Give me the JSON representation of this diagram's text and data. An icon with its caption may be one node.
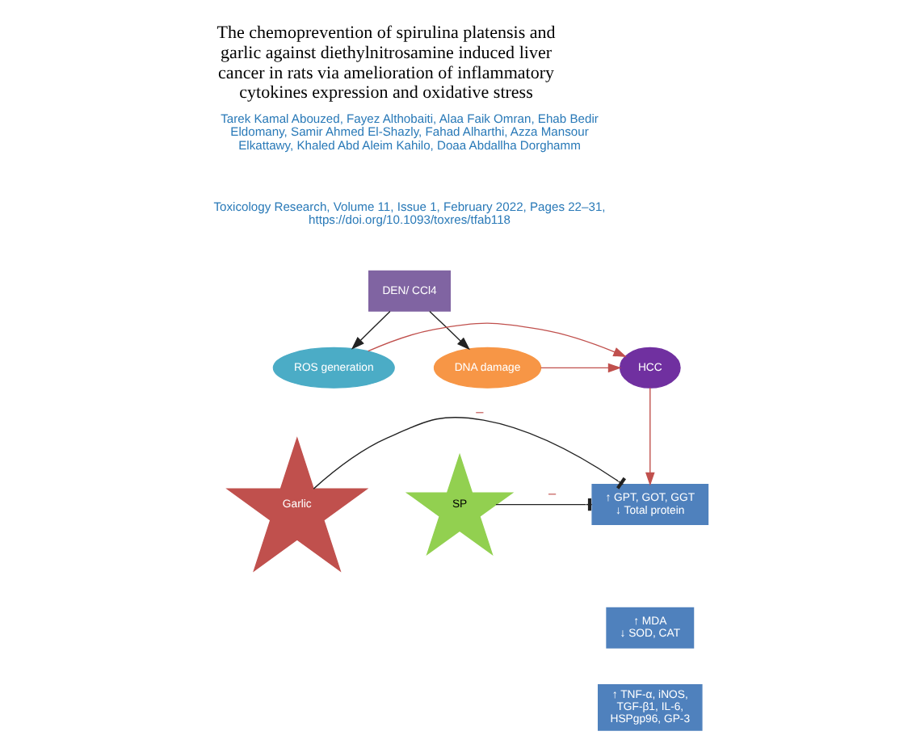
{
  "diagram": {
    "title": "The chemoprevention of spirulina platensis and garlic against diethylnitrosamine induced liver cancer in rats via amelioration of inflammatory cytokines expression and oxidative stress",
    "nodes": [
      {
        "text": [
          "DEN/ CCl4"
        ]
      },
      {
        "text": [
          "ROS generation"
        ]
      },
      {
        "text": [
          "HCC"
        ]
      },
      {
        "text": [
          "DNA damage"
        ]
      },
      {
        "text": [
          "Garlic"
        ]
      },
      {
        "text": [
          "↑ GPT, GOT, GGT",
          "↓ Total protein"
        ]
      },
      {
        "text": [
          "↑ MDA",
          "↓ SOD, CAT"
        ]
      },
      {
        "text": [
          "↑ TNF-α, iNOS, TGF-β1, IL-6, HSPgp96, GP-3"
        ]
      },
      {
        "text": [
          "SP"
        ]
      }
    ],
    "edges": [
      {
        "from": 0,
        "to": 1,
        "arrow": "to"
      },
      {
        "from": 0,
        "to": 3,
        "arrow": "to"
      },
      {
        "from": 1,
        "to": 2,
        "arrow": "to",
        "color": "#c0504d"
      },
      {
        "from": 3,
        "to": 2,
        "arrow": "to",
        "color": "#c0504d"
      },
      {
        "from": 2,
        "to": 5,
        "arrow": "to",
        "color": "#c0504d"
      },
      {
        "from": 4,
        "to": 5,
        "arrow": "other",
        "label": "–"
      },
      {
        "from": 8,
        "to": 5,
        "arrow": "other",
        "label": "–"
      }
    ],
    "labels": [
      "Tarek Kamal Abouzed, Fayez Althobaiti, Alaa Faik Omran, Ehab Bedir Eldomany, Samir Ahmed El-Shazly, Fahad Alharthi, Azza Mansour Elkattawy, Khaled Abd Aleim Kahilo, Doaa Abdallha Dorghamm",
      "Toxicology Research, Volume 11, Issue 1, February 2022, Pages 22–31, https://doi.org/10.1093/toxres/tfab118"
    ]
  }
}
